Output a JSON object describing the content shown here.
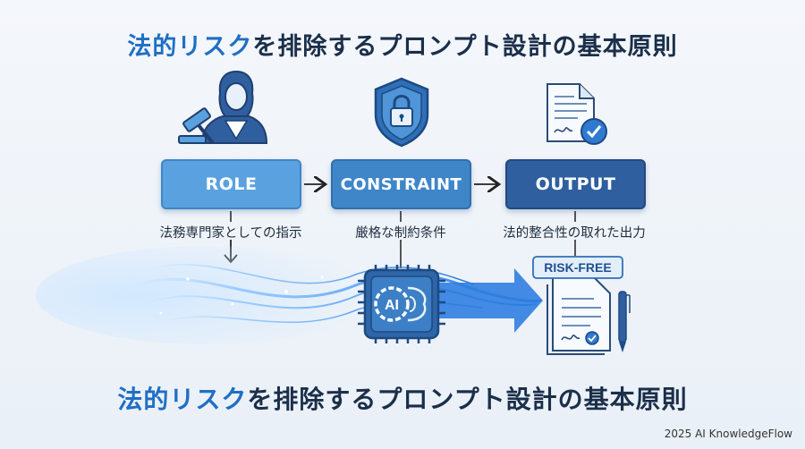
{
  "title_top": {
    "accent": "法的リスク",
    "rest": "を排除するプロンプト設計の基本原則"
  },
  "title_bottom": {
    "accent": "法的リスク",
    "rest": "を排除するプロンプト設計の基本原則"
  },
  "stages": [
    {
      "label": "ROLE",
      "caption": "法務専門家としての指示",
      "icon": "lawyer-with-gavel-icon"
    },
    {
      "label": "CONSTRAINT",
      "caption": "厳格な制約条件",
      "icon": "shield-lock-icon"
    },
    {
      "label": "OUTPUT",
      "caption": "法的整合性の取れた出力",
      "icon": "signed-document-check-icon"
    }
  ],
  "ai_chip": {
    "label": "AI",
    "icon": "ai-brain-chip-icon"
  },
  "result": {
    "badge": "RISK-FREE",
    "icon": "approved-document-pen-icon"
  },
  "footer": "2025 AI KnowledgeFlow",
  "colors": {
    "accent": "#1f6fc4",
    "role_box": "#5aa2df",
    "constraint_box": "#3f86c9",
    "output_box": "#2f5f9f",
    "text_dark": "#1b2f4a"
  }
}
